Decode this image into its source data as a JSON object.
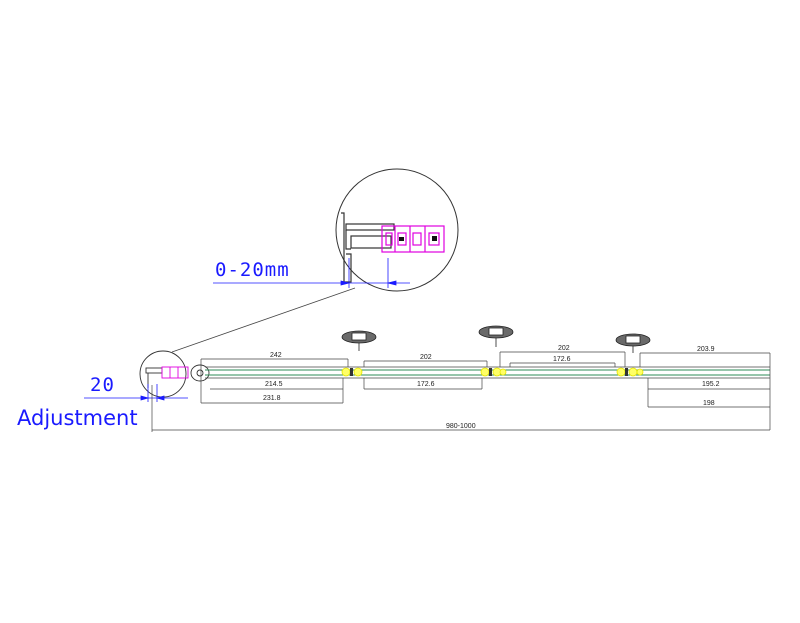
{
  "callout": {
    "range_label": "0-20mm"
  },
  "left_detail": {
    "offset_label": "20",
    "adjustment_label": "Adjustment"
  },
  "panels": [
    {
      "top_dim": "242",
      "inner_dim": "214.5",
      "bottom_dim": "231.8"
    },
    {
      "top_dim": "202",
      "inner_dim": "172.6"
    },
    {
      "top_dim": "202",
      "inner_dim": "172.6"
    },
    {
      "top_dim": "203.9",
      "inner_dim": "195.2",
      "bottom_dim": "198"
    }
  ],
  "overall_dim": "980-1000",
  "colors": {
    "outline": "#333333",
    "glass": "#2e8b57",
    "magenta": "#e000e0",
    "yellow": "#e6e600",
    "blue_text": "#1a1aff",
    "roller": "#6a6a6a"
  }
}
